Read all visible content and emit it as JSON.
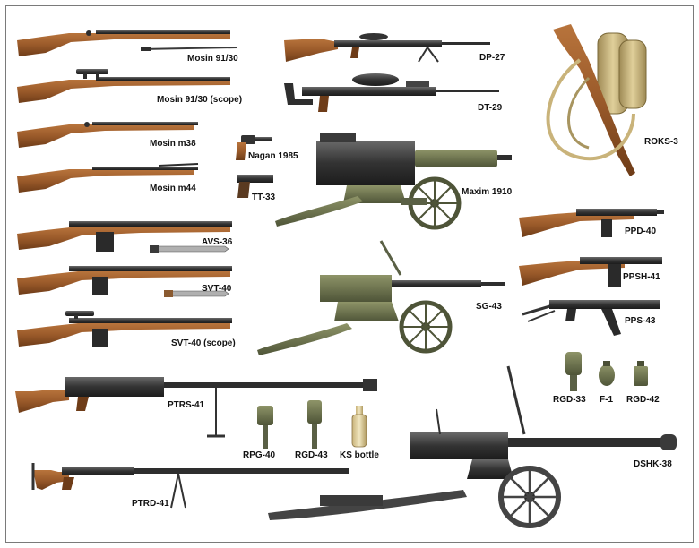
{
  "colors": {
    "wood": "#9a5a2a",
    "wood_dark": "#6e3c18",
    "metal": "#2e2e2e",
    "metal_light": "#5a5a5a",
    "olive": "#6f7650",
    "canister": "#c7b27c"
  },
  "weapons": [
    {
      "id": "mosin-91-30",
      "label": "Mosin 91/30"
    },
    {
      "id": "mosin-91-30-scope",
      "label": "Mosin 91/30 (scope)"
    },
    {
      "id": "mosin-m38",
      "label": "Mosin m38"
    },
    {
      "id": "mosin-m44",
      "label": "Mosin m44"
    },
    {
      "id": "nagan-1985",
      "label": "Nagan 1985"
    },
    {
      "id": "tt-33",
      "label": "TT-33"
    },
    {
      "id": "avs-36",
      "label": "AVS-36"
    },
    {
      "id": "svt-40",
      "label": "SVT-40"
    },
    {
      "id": "svt-40-scope",
      "label": "SVT-40 (scope)"
    },
    {
      "id": "dp-27",
      "label": "DP-27"
    },
    {
      "id": "dt-29",
      "label": "DT-29"
    },
    {
      "id": "maxim-1910",
      "label": "Maxim 1910"
    },
    {
      "id": "sg-43",
      "label": "SG-43"
    },
    {
      "id": "roks-3",
      "label": "ROKS-3"
    },
    {
      "id": "ppd-40",
      "label": "PPD-40"
    },
    {
      "id": "ppsh-41",
      "label": "PPSH-41"
    },
    {
      "id": "pps-43",
      "label": "PPS-43"
    },
    {
      "id": "ptrs-41",
      "label": "PTRS-41"
    },
    {
      "id": "ptrd-41",
      "label": "PTRD-41"
    },
    {
      "id": "rpg-40",
      "label": "RPG-40"
    },
    {
      "id": "rgd-43",
      "label": "RGD-43"
    },
    {
      "id": "ks-bottle",
      "label": "KS bottle"
    },
    {
      "id": "rgd-33",
      "label": "RGD-33"
    },
    {
      "id": "f-1",
      "label": "F-1"
    },
    {
      "id": "rgd-42",
      "label": "RGD-42"
    },
    {
      "id": "dshk-38",
      "label": "DSHK-38"
    }
  ]
}
